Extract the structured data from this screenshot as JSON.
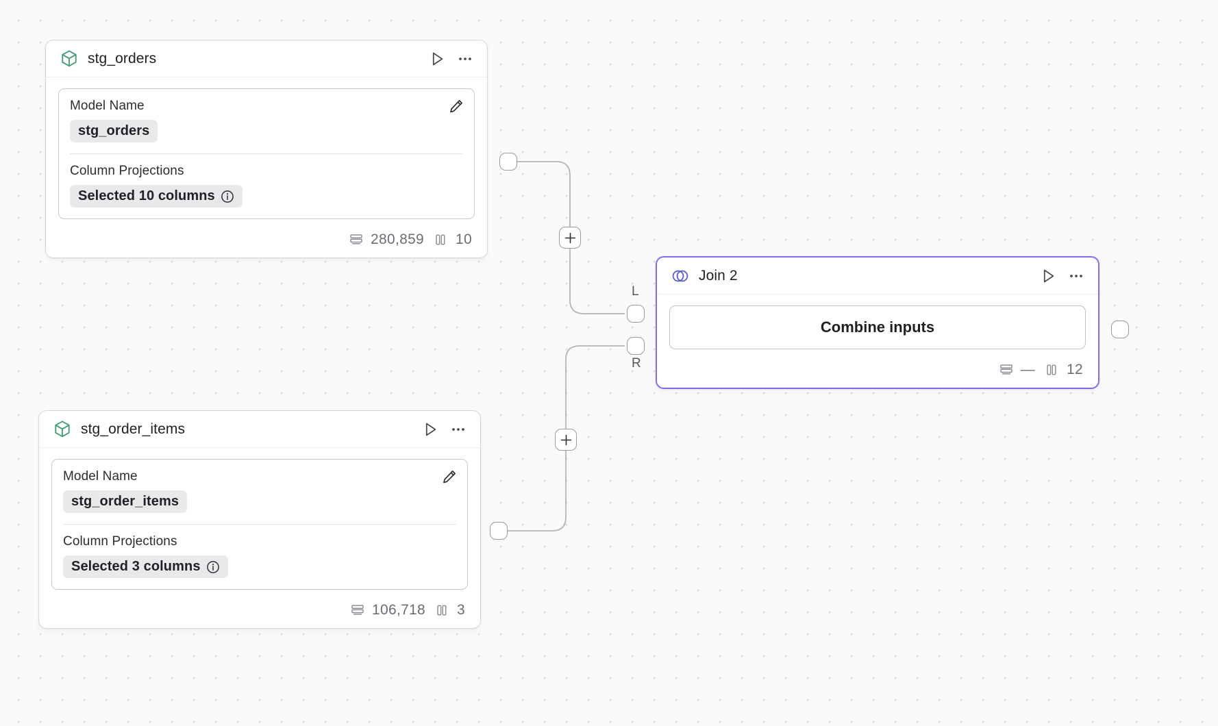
{
  "canvas": {
    "background_color": "#fafafa",
    "dot_color": "#d9d9d9"
  },
  "nodes": [
    {
      "id": "stg_orders",
      "type": "model",
      "title": "stg_orders",
      "icon": "cube-icon",
      "accent_color": "#3f9c72",
      "run_label": "Run",
      "menu_label": "More options",
      "fields": {
        "model_name_label": "Model Name",
        "model_name_value": "stg_orders",
        "column_projections_label": "Column Projections",
        "column_projections_value": "Selected 10 columns"
      },
      "footer": {
        "rows": "280,859",
        "columns": "10"
      }
    },
    {
      "id": "stg_order_items",
      "type": "model",
      "title": "stg_order_items",
      "icon": "cube-icon",
      "accent_color": "#3f9c72",
      "run_label": "Run",
      "menu_label": "More options",
      "fields": {
        "model_name_label": "Model Name",
        "model_name_value": "stg_order_items",
        "column_projections_label": "Column Projections",
        "column_projections_value": "Selected 3 columns"
      },
      "footer": {
        "rows": "106,718",
        "columns": "3"
      }
    },
    {
      "id": "join_2",
      "type": "join",
      "title": "Join 2",
      "icon": "venn-join-icon",
      "accent_color": "#7c6ff5",
      "selected": true,
      "run_label": "Run",
      "menu_label": "More options",
      "action_button_label": "Combine inputs",
      "input_ports": [
        {
          "key": "L",
          "label": "L"
        },
        {
          "key": "R",
          "label": "R"
        }
      ],
      "footer": {
        "rows": "—",
        "columns": "12"
      }
    }
  ],
  "edges": [
    {
      "id": "edge-orders-to-join-left",
      "from": "stg_orders",
      "to": "join_2",
      "to_port": "L",
      "add_button_label": "+"
    },
    {
      "id": "edge-order-items-to-join-right",
      "from": "stg_order_items",
      "to": "join_2",
      "to_port": "R",
      "add_button_label": "+"
    }
  ],
  "icons": {
    "play": "play-icon",
    "more": "more-horizontal-icon",
    "pencil": "pencil-icon",
    "info": "info-icon",
    "rows": "rows-icon",
    "columns": "columns-icon",
    "plus": "plus-icon"
  }
}
